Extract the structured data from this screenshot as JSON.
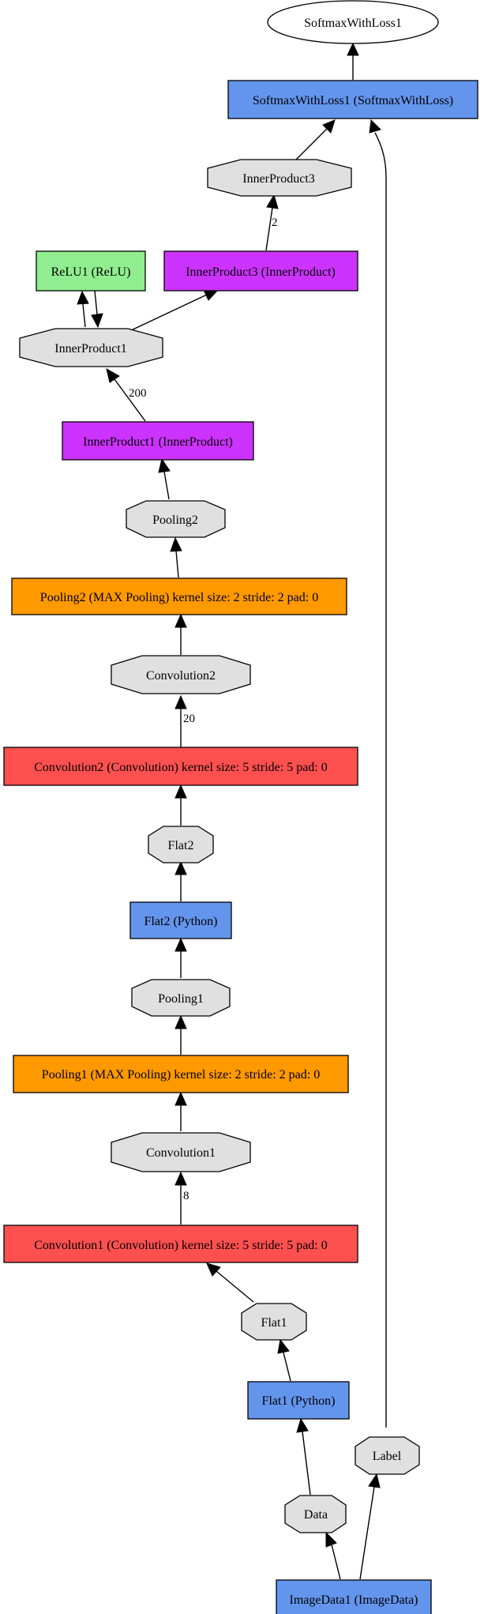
{
  "colors": {
    "data_layer": "#6495ed",
    "convolution": "#ff5050",
    "pooling": "#ff9900",
    "inner_product": "#cc33ff",
    "relu": "#90ee90",
    "blob": "#e0e0e0"
  },
  "nodes": {
    "softmax_out": {
      "label": "SoftmaxWithLoss1"
    },
    "softmax_layer": {
      "label": "SoftmaxWithLoss1 (SoftmaxWithLoss)"
    },
    "ip3_blob": {
      "label": "InnerProduct3"
    },
    "relu_layer": {
      "label": "ReLU1 (ReLU)"
    },
    "ip3_layer": {
      "label": "InnerProduct3 (InnerProduct)"
    },
    "ip1_blob": {
      "label": "InnerProduct1"
    },
    "ip1_layer": {
      "label": "InnerProduct1 (InnerProduct)"
    },
    "pool2_blob": {
      "label": "Pooling2"
    },
    "pool2_layer": {
      "label": "Pooling2 (MAX Pooling) kernel size: 2 stride: 2 pad: 0"
    },
    "conv2_blob": {
      "label": "Convolution2"
    },
    "conv2_layer": {
      "label": "Convolution2 (Convolution) kernel size: 5 stride: 5 pad: 0"
    },
    "flat2_blob": {
      "label": "Flat2"
    },
    "flat2_layer": {
      "label": "Flat2 (Python)"
    },
    "pool1_blob": {
      "label": "Pooling1"
    },
    "pool1_layer": {
      "label": "Pooling1 (MAX Pooling) kernel size: 2 stride: 2 pad: 0"
    },
    "conv1_blob": {
      "label": "Convolution1"
    },
    "conv1_layer": {
      "label": "Convolution1 (Convolution) kernel size: 5 stride: 5 pad: 0"
    },
    "flat1_blob": {
      "label": "Flat1"
    },
    "flat1_layer": {
      "label": "Flat1 (Python)"
    },
    "label_blob": {
      "label": "Label"
    },
    "data_blob": {
      "label": "Data"
    },
    "imagedata_layer": {
      "label": "ImageData1 (ImageData)"
    }
  },
  "edge_labels": {
    "ip3_out": "2",
    "ip1_out": "200",
    "conv2_out": "20",
    "conv1_out": "8"
  }
}
